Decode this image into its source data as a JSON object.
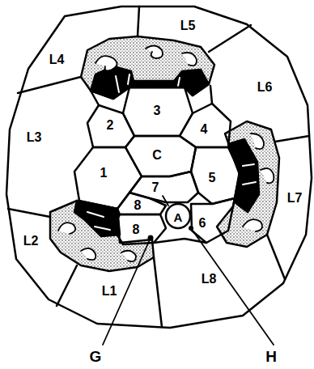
{
  "diagram": {
    "labels": [
      "L4",
      "L5",
      "L3",
      "2",
      "3",
      "4",
      "L6",
      "C",
      "1",
      "7",
      "5",
      "L7",
      "A",
      "8",
      "6",
      "L2",
      "8",
      "L1",
      "L8",
      "G",
      "H"
    ]
  }
}
